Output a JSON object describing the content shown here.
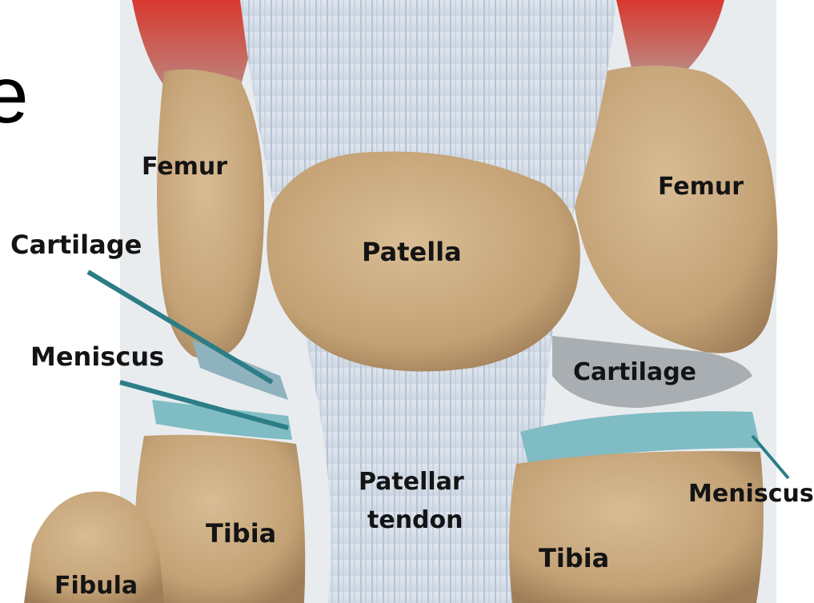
{
  "slide": {
    "partial_letter": "e"
  },
  "diagram": {
    "labels": {
      "femur_left": "Femur",
      "femur_right": "Femur",
      "patella": "Patella",
      "cartilage_left": "Cartilage",
      "cartilage_right": "Cartilage",
      "meniscus_left": "Meniscus",
      "meniscus_right": "Meniscus",
      "patellar_tendon_line1": "Patellar",
      "patellar_tendon_line2": "tendon",
      "tibia_left": "Tibia",
      "tibia_right": "Tibia",
      "fibula": "Fibula"
    },
    "colors": {
      "bone": "#c9a97f",
      "muscle": "#c8302b",
      "tendon": "#dfe5ee",
      "cartilage": "#8fb3be",
      "meniscus": "#7fbcc4",
      "leader_line": "#2c7d86"
    }
  }
}
